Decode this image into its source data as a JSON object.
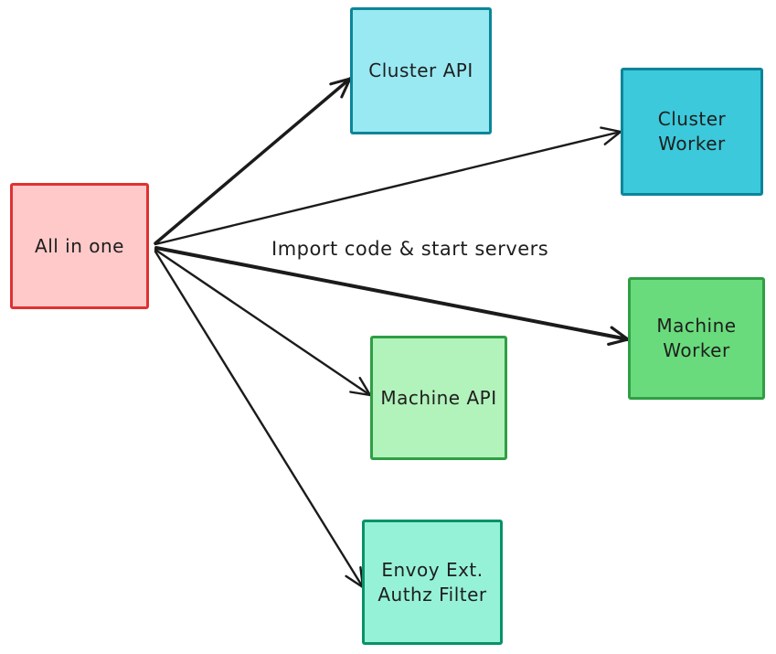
{
  "diagram": {
    "background_color": "#ffffff",
    "text_color": "#1e1e1e",
    "arrow_color": "#1b1b1b",
    "nodes": [
      {
        "id": "all-in-one",
        "label": "All in one",
        "fill": "#ffc9c9",
        "stroke": "#e03131"
      },
      {
        "id": "cluster-api",
        "label": "Cluster API",
        "fill": "#99e9f2",
        "stroke": "#0c8599"
      },
      {
        "id": "cluster-worker",
        "label": "Cluster\nWorker",
        "fill": "#3bc9db",
        "stroke": "#0c8599"
      },
      {
        "id": "machine-worker",
        "label": "Machine\nWorker",
        "fill": "#69db7c",
        "stroke": "#2f9e44"
      },
      {
        "id": "machine-api",
        "label": "Machine API",
        "fill": "#b2f2bb",
        "stroke": "#2f9e44"
      },
      {
        "id": "envoy-authz",
        "label": "Envoy Ext.\nAuthz Filter",
        "fill": "#96f2d7",
        "stroke": "#099268"
      }
    ],
    "edges": [
      {
        "from": "all-in-one",
        "to": "cluster-api",
        "label": ""
      },
      {
        "from": "all-in-one",
        "to": "cluster-worker",
        "label": ""
      },
      {
        "from": "all-in-one",
        "to": "machine-worker",
        "label": "Import code & start servers"
      },
      {
        "from": "all-in-one",
        "to": "machine-api",
        "label": ""
      },
      {
        "from": "all-in-one",
        "to": "envoy-authz",
        "label": ""
      }
    ]
  }
}
